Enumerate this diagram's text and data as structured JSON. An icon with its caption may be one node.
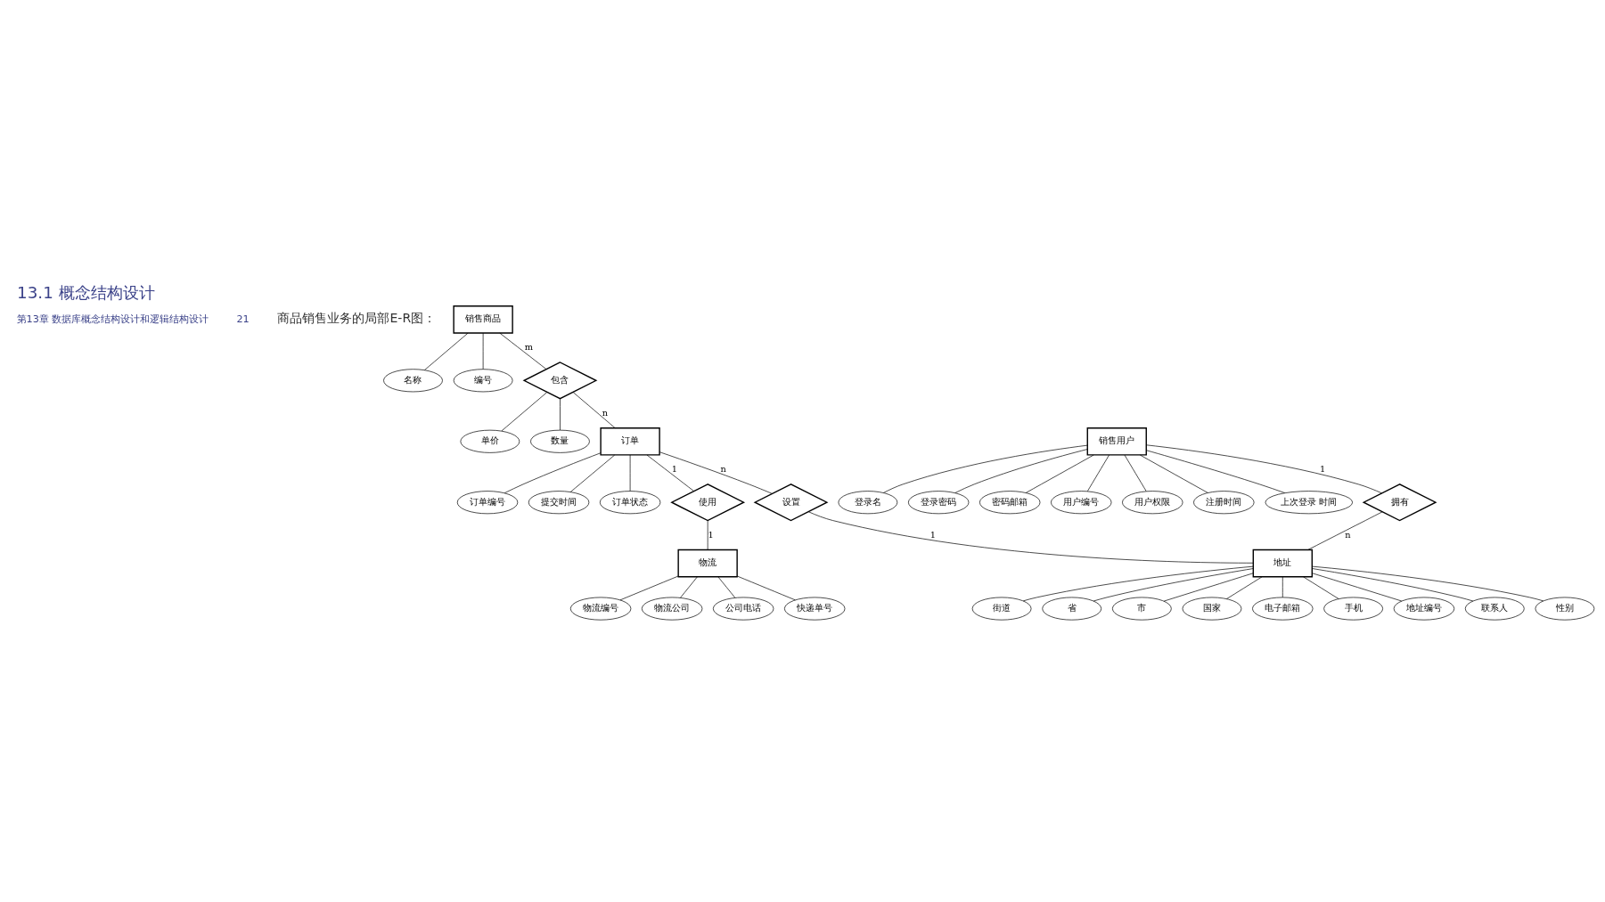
{
  "diagram": {
    "title": "13.1 概念结构设计",
    "nodes": [
      {
        "text": [
          "销售商品"
        ]
      },
      {
        "text": [
          "名称"
        ]
      },
      {
        "text": [
          "编号"
        ]
      },
      {
        "text": [
          "包含"
        ]
      },
      {
        "text": [
          "单价"
        ]
      },
      {
        "text": [
          "数量"
        ]
      },
      {
        "text": [
          "订单"
        ]
      },
      {
        "text": [
          "订单编号"
        ]
      },
      {
        "text": [
          "提交时间"
        ]
      },
      {
        "text": [
          "订单状态"
        ]
      },
      {
        "text": [
          "使用"
        ]
      },
      {
        "text": [
          "物流"
        ]
      },
      {
        "text": [
          "物流编号"
        ]
      },
      {
        "text": [
          "物流公司"
        ]
      },
      {
        "text": [
          "公司电话"
        ]
      },
      {
        "text": [
          "快递单号"
        ]
      },
      {
        "text": [
          "销售用户"
        ]
      },
      {
        "text": [
          "登录名"
        ]
      },
      {
        "text": [
          "登录密码"
        ]
      },
      {
        "text": [
          "密码邮箱"
        ]
      },
      {
        "text": [
          "用户编号"
        ]
      },
      {
        "text": [
          "用户权限"
        ]
      },
      {
        "text": [
          "注册时间"
        ]
      },
      {
        "text": [
          "上次登录 时间"
        ]
      },
      {
        "text": [
          "拥有"
        ]
      },
      {
        "text": [
          "地址"
        ]
      },
      {
        "text": [
          "街道"
        ]
      },
      {
        "text": [
          "省"
        ]
      },
      {
        "text": [
          "市"
        ]
      },
      {
        "text": [
          "国家"
        ]
      },
      {
        "text": [
          "电子邮箱"
        ]
      },
      {
        "text": [
          "手机"
        ]
      },
      {
        "text": [
          "地址编号"
        ]
      },
      {
        "text": [
          "联系人"
        ]
      },
      {
        "text": [
          "性别"
        ]
      },
      {
        "text": [
          "设置"
        ]
      }
    ],
    "edges": [
      {
        "from": 0,
        "to": 1,
        "arrow": "none"
      },
      {
        "from": 0,
        "to": 2,
        "arrow": "none"
      },
      {
        "from": 0,
        "to": 3,
        "arrow": "none",
        "label": "m"
      },
      {
        "from": 3,
        "to": 4,
        "arrow": "none"
      },
      {
        "from": 3,
        "to": 5,
        "arrow": "none"
      },
      {
        "from": 3,
        "to": 6,
        "arrow": "none",
        "label": "n"
      },
      {
        "from": 6,
        "to": 7,
        "arrow": "none"
      },
      {
        "from": 6,
        "to": 8,
        "arrow": "none"
      },
      {
        "from": 6,
        "to": 9,
        "arrow": "none"
      },
      {
        "from": 6,
        "to": 10,
        "arrow": "none",
        "label": "1"
      },
      {
        "from": 10,
        "to": 11,
        "arrow": "none",
        "label": "1"
      },
      {
        "from": 11,
        "to": 12,
        "arrow": "none"
      },
      {
        "from": 11,
        "to": 13,
        "arrow": "none"
      },
      {
        "from": 11,
        "to": 14,
        "arrow": "none"
      },
      {
        "from": 11,
        "to": 15,
        "arrow": "none"
      },
      {
        "from": 16,
        "to": 17,
        "arrow": "none"
      },
      {
        "from": 16,
        "to": 18,
        "arrow": "none"
      },
      {
        "from": 16,
        "to": 19,
        "arrow": "none"
      },
      {
        "from": 16,
        "to": 20,
        "arrow": "none"
      },
      {
        "from": 16,
        "to": 21,
        "arrow": "none"
      },
      {
        "from": 16,
        "to": 22,
        "arrow": "none"
      },
      {
        "from": 16,
        "to": 23,
        "arrow": "none"
      },
      {
        "from": 16,
        "to": 24,
        "arrow": "none",
        "label": "1"
      },
      {
        "from": 24,
        "to": 25,
        "arrow": "none",
        "label": "n"
      },
      {
        "from": 25,
        "to": 26,
        "arrow": "none"
      },
      {
        "from": 25,
        "to": 27,
        "arrow": "none"
      },
      {
        "from": 25,
        "to": 28,
        "arrow": "none"
      },
      {
        "from": 25,
        "to": 29,
        "arrow": "none"
      },
      {
        "from": 25,
        "to": 30,
        "arrow": "none"
      },
      {
        "from": 25,
        "to": 31,
        "arrow": "none"
      },
      {
        "from": 25,
        "to": 32,
        "arrow": "none"
      },
      {
        "from": 25,
        "to": 33,
        "arrow": "none"
      },
      {
        "from": 25,
        "to": 34,
        "arrow": "none"
      },
      {
        "from": 6,
        "to": 35,
        "arrow": "none",
        "label": "n"
      },
      {
        "from": 35,
        "to": 25,
        "arrow": "none",
        "label": "1"
      }
    ],
    "labels": [
      "第13章 数据库概念结构设计和逻辑结构设计",
      "21",
      "商品销售业务的局部E-R图："
    ]
  }
}
